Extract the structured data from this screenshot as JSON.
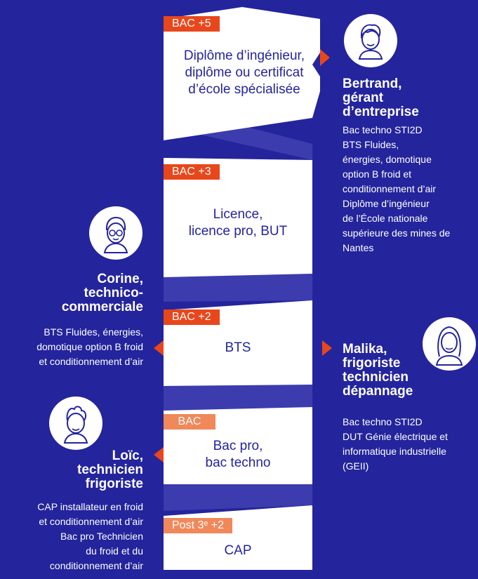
{
  "levels": [
    {
      "tag": "BAC +5",
      "lines": [
        "Diplôme d’ingénieur,",
        "diplôme ou certificat",
        "d’école spécialisée"
      ]
    },
    {
      "tag": "BAC +3",
      "lines": [
        "Licence,",
        "licence pro, BUT"
      ]
    },
    {
      "tag": "BAC +2",
      "lines": [
        "BTS"
      ]
    },
    {
      "tag": "BAC",
      "lines": [
        "Bac pro,",
        "bac techno"
      ]
    },
    {
      "tag": "Post 3ᵉ +2",
      "lines": [
        "CAP"
      ]
    }
  ],
  "people": [
    {
      "name_lines": [
        "Bertrand,",
        "gérant",
        "d’entreprise"
      ],
      "desc_lines": [
        "Bac techno STI2D",
        "BTS Fluides,",
        "énergies, domotique",
        "option B froid et",
        "conditionnement d’air",
        "Diplôme d’ingénieur",
        "de l’École nationale",
        "supérieure des mines de",
        "Nantes"
      ],
      "avatar_icon": "man-avatar-icon"
    },
    {
      "name_lines": [
        "Corine,",
        "technico-",
        "commerciale"
      ],
      "desc_lines": [
        "BTS Fluides, énergies,",
        "domotique option B froid",
        "et conditionnement d’air"
      ],
      "avatar_icon": "woman-glasses-avatar-icon"
    },
    {
      "name_lines": [
        "Malika,",
        "frigoriste",
        "technicien",
        "dépannage"
      ],
      "desc_lines": [
        "Bac techno STI2D",
        "DUT Génie électrique et",
        "informatique industrielle",
        "(GEII)"
      ],
      "avatar_icon": "woman-long-hair-avatar-icon"
    },
    {
      "name_lines": [
        "Loïc,",
        "technicien",
        "frigoriste"
      ],
      "desc_lines": [
        "CAP installateur en froid",
        "et conditionnement d’air",
        "Bac pro Technicien",
        "du froid et du",
        "conditionnement d’air"
      ],
      "avatar_icon": "young-man-avatar-icon"
    }
  ],
  "colors": {
    "background": "#24249d",
    "band": "#3c3cae",
    "block": "#ffffff",
    "tag_red": "#e8471c",
    "tag_orange": "#f0885a",
    "arrow": "#e8471c"
  }
}
